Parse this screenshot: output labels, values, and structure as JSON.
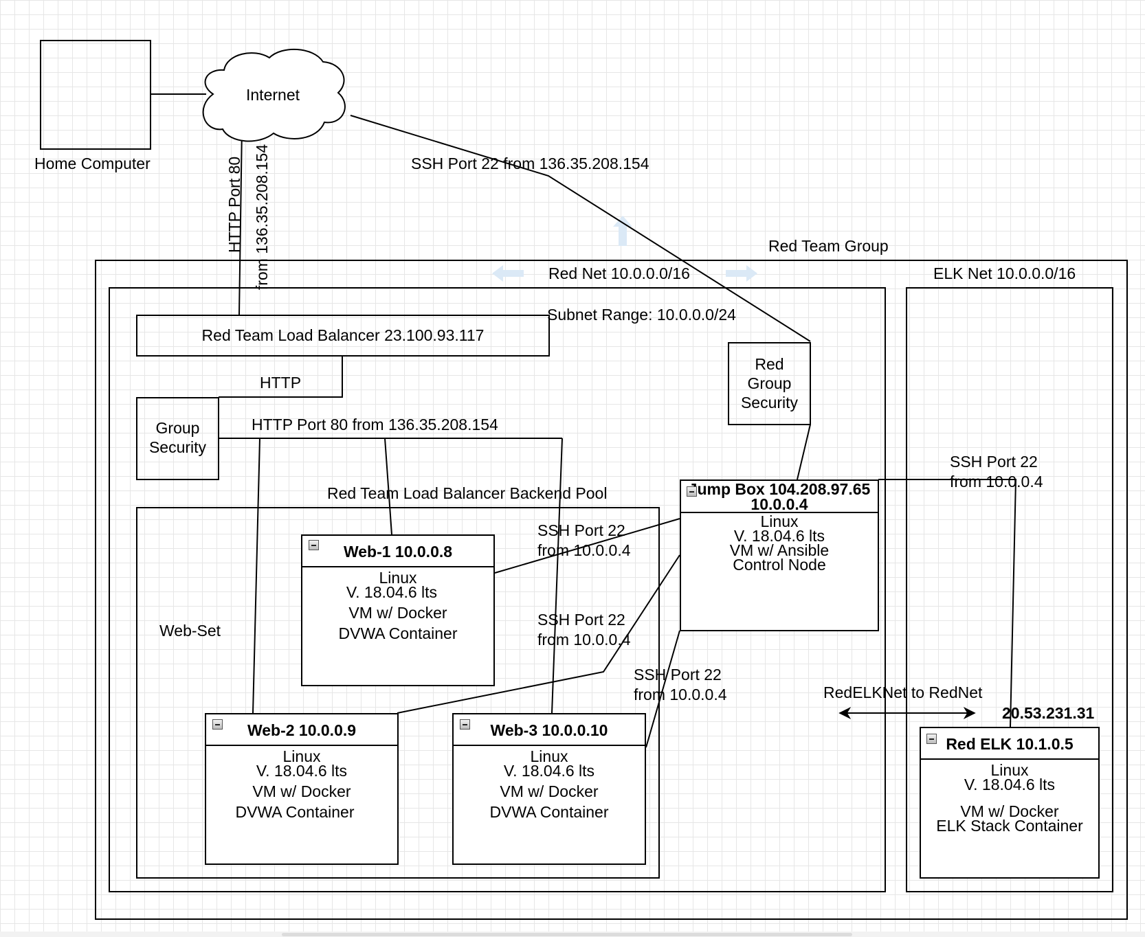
{
  "nodes": {
    "home_computer": "Home Computer",
    "internet": "Internet",
    "red_team_group": "Red Team Group",
    "red_net": "Red Net  10.0.0.0/16",
    "elk_net": "ELK Net  10.0.0.0/16",
    "load_balancer": "Red Team Load Balancer  23.100.93.117",
    "subnet_range": "Subnet Range: 10.0.0.0/24",
    "group_security": "Group Security",
    "red_group_security": "Red Group Security",
    "backend_pool": "Red Team Load Balancer Backend Pool",
    "web_set": "Web-Set",
    "redelknet_to_rednet": "RedELKNet to RedNet"
  },
  "vms": {
    "web1": {
      "title": "Web-1  10.0.0.8",
      "lines": [
        "Linux",
        "V. 18.04.6 lts",
        "VM w/ Docker",
        "DVWA Container"
      ]
    },
    "web2": {
      "title": "Web-2  10.0.0.9",
      "lines": [
        "Linux",
        "V. 18.04.6 lts",
        "VM w/ Docker",
        "DVWA Container"
      ]
    },
    "web3": {
      "title": "Web-3  10.0.0.10",
      "lines": [
        "Linux",
        "V. 18.04.6 lts",
        "VM w/ Docker",
        "DVWA Container"
      ]
    },
    "jumpbox": {
      "title": "Jump Box 104.208.97.65",
      "subtitle": "10.0.0.4",
      "lines": [
        "Linux",
        "V. 18.04.6 lts",
        "VM w/ Ansible",
        "Control Node"
      ]
    },
    "red_elk": {
      "public_ip": "20.53.231.31",
      "title": "Red ELK   10.1.0.5",
      "lines": [
        "Linux",
        "V. 18.04.6 lts",
        "VM w/ Docker",
        "ELK Stack Container"
      ]
    }
  },
  "edges": {
    "http_port_80": "HTTP Port 80",
    "from_ip_vertical": "from 136.35.208.154",
    "ssh_port22_from_ip": "SSH Port 22 from 136.35.208.154",
    "http": "HTTP",
    "http_port80_from_ip": "HTTP Port 80 from 136.35.208.154",
    "ssh_web1": {
      "line1": "SSH Port 22",
      "line2": "from 10.0.0.4"
    },
    "ssh_web2": {
      "line1": "SSH Port 22",
      "line2": "from 10.0.0.4"
    },
    "ssh_web3": {
      "line1": "SSH Port 22",
      "line2": "from 10.0.0.4"
    },
    "ssh_elk": {
      "line1": "SSH Port 22",
      "line2": "from 10.0.0.4"
    }
  }
}
